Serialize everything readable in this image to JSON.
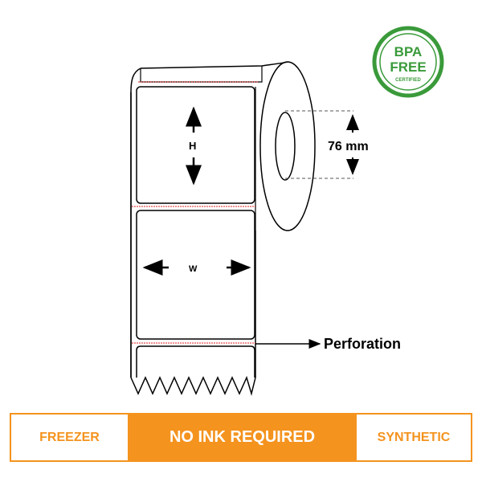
{
  "diagram": {
    "height_label": "H",
    "width_label": "W",
    "core_label": "76 mm",
    "perforation_label": "Perforation"
  },
  "badge": {
    "line1": "BPA",
    "line2": "FREE",
    "line3": "CERTIFIED"
  },
  "features": {
    "left": "FREEZER",
    "center": "NO INK REQUIRED",
    "right": "SYNTHETIC"
  },
  "colors": {
    "accent_orange": "#f4931e",
    "badge_green": "#3a9a3a",
    "perforation_red": "#e02020"
  }
}
